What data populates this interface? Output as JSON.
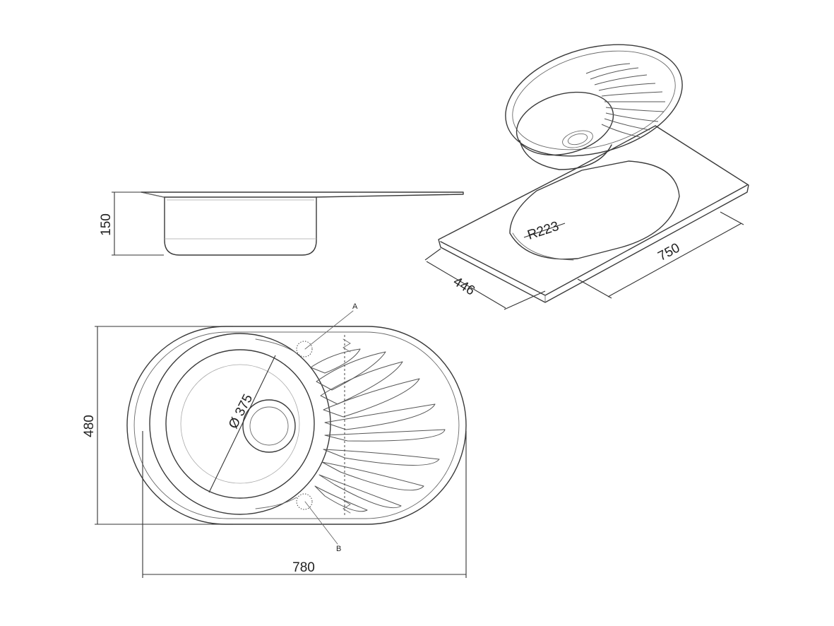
{
  "dimensions": {
    "height": "150",
    "radius": "R223",
    "cutout_depth": "446",
    "cutout_length": "750",
    "bowl_diameter": "Ø 375",
    "overall_width": "480",
    "overall_length": "780"
  },
  "callouts": {
    "a": "A",
    "b": "B"
  },
  "colors": {
    "line": "#3a3a3a",
    "background": "#ffffff"
  }
}
